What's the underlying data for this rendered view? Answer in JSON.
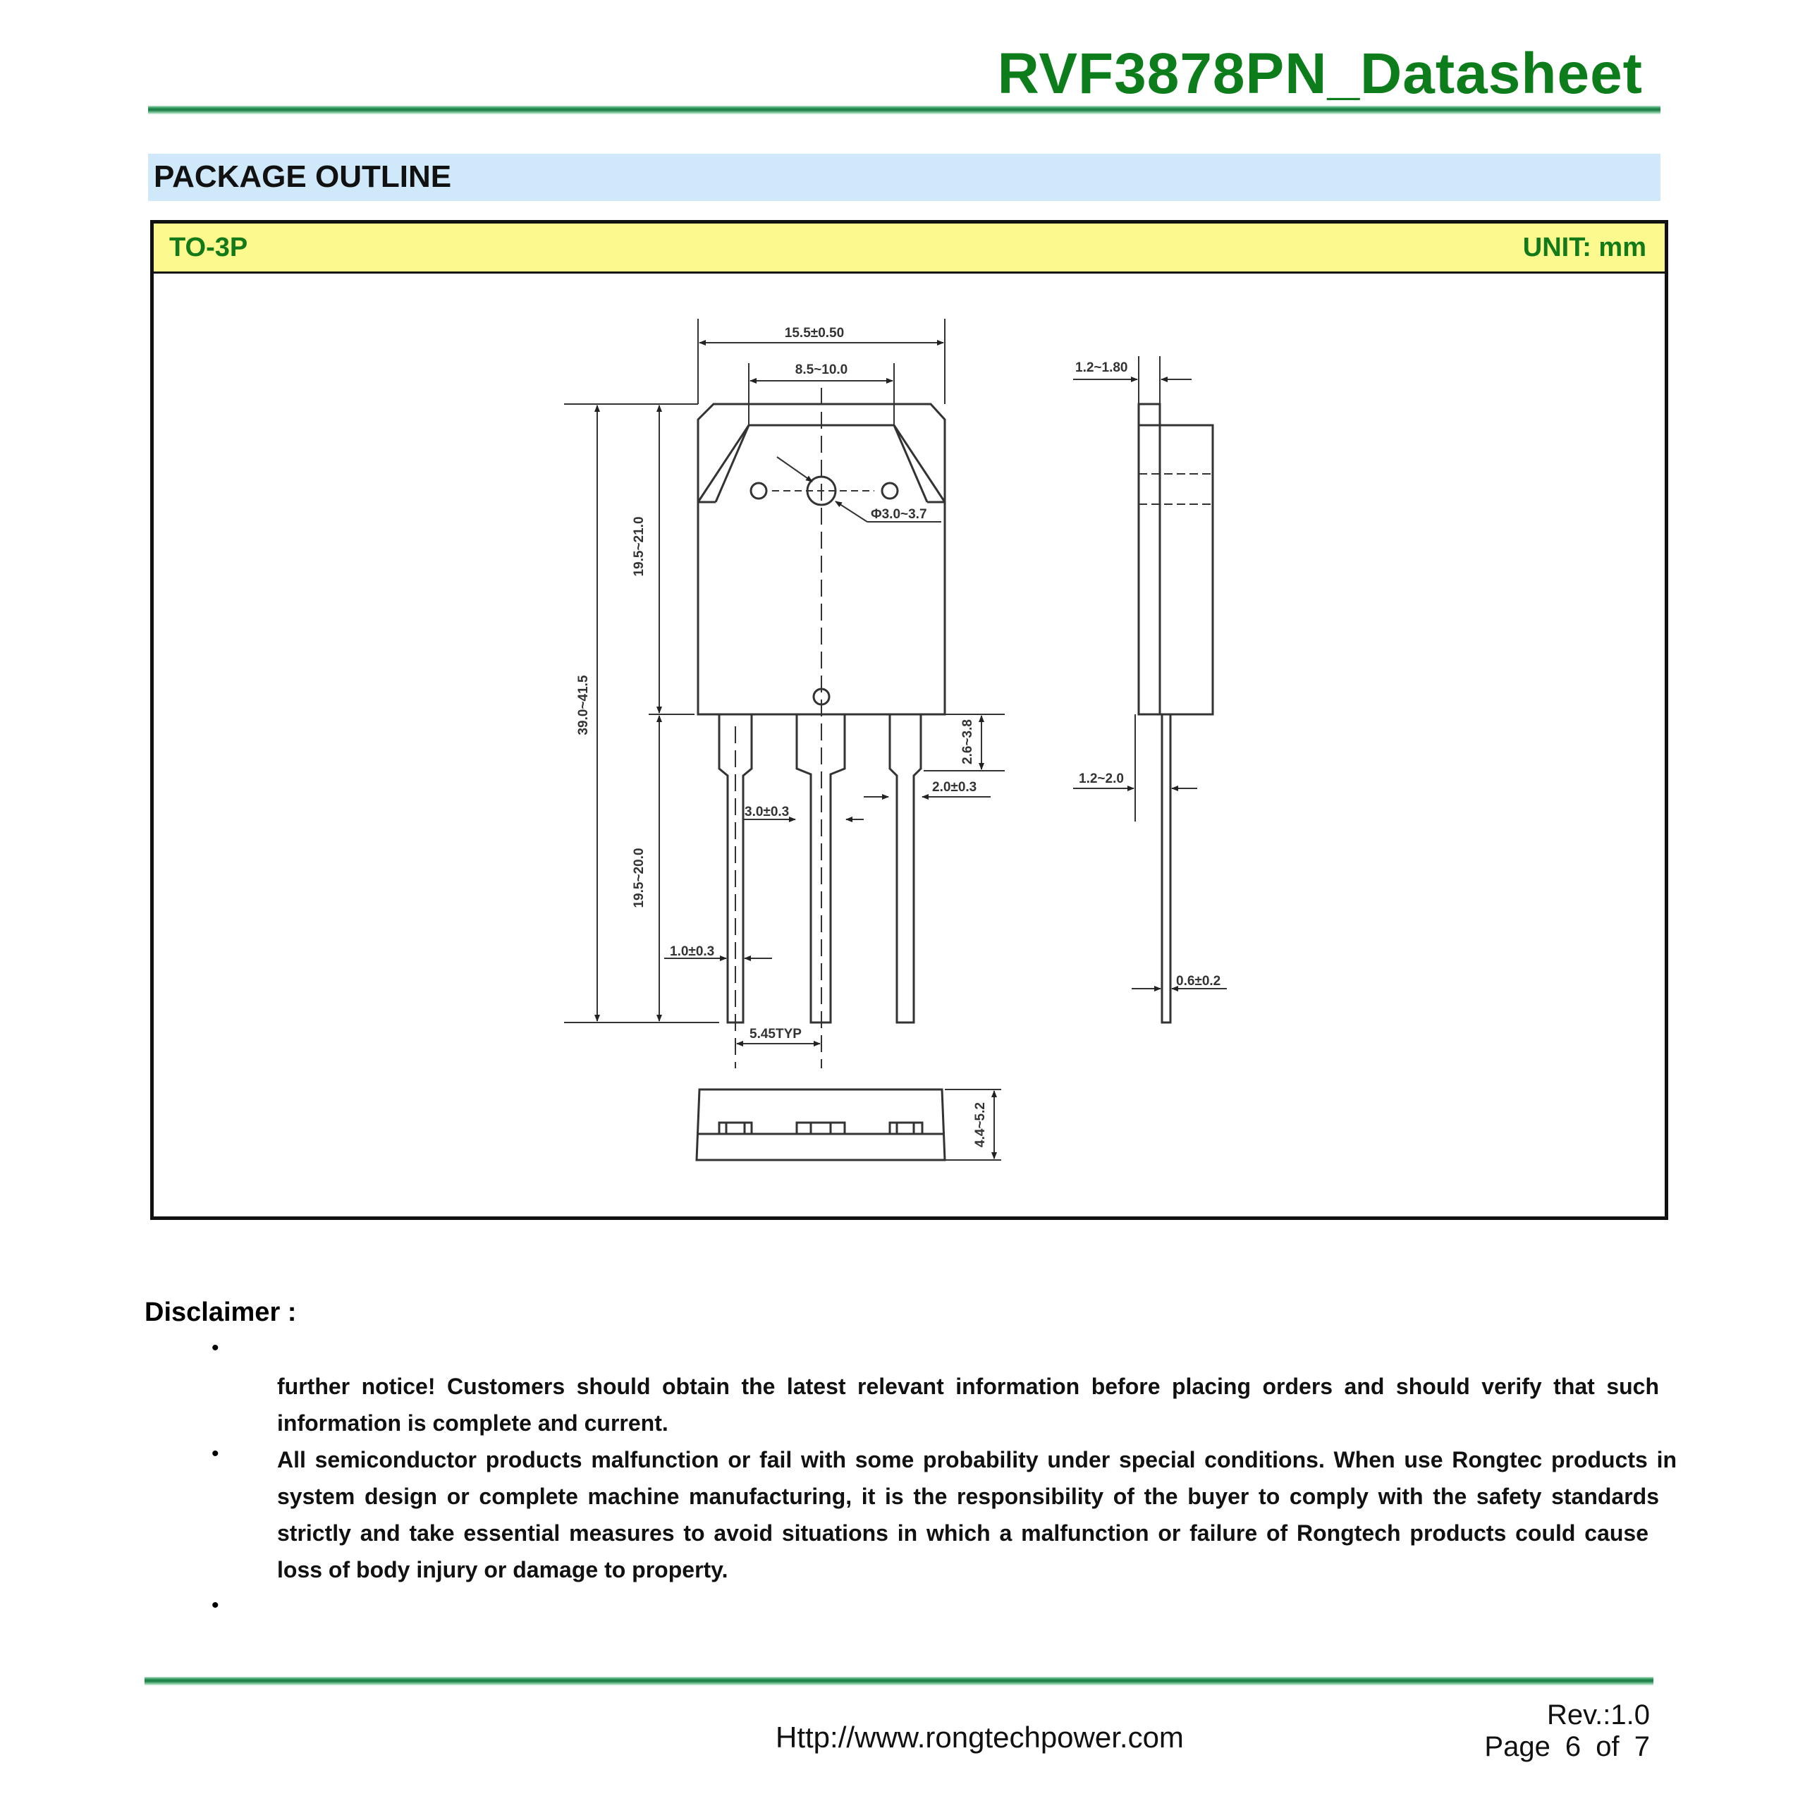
{
  "header": {
    "title": "RVF3878PN_Datasheet"
  },
  "section": {
    "title": "PACKAGE OUTLINE"
  },
  "package": {
    "name": "TO-3P",
    "unit": "UNIT: mm",
    "dimensions": {
      "overall_width": "15.5±0.50",
      "tab_width": "8.5~10.0",
      "hole_diameter": "Φ3.0~3.7",
      "total_height": "39.0~41.5",
      "body_height": "19.5~21.0",
      "lead_length": "19.5~20.0",
      "lead_shoulder": "2.6~3.8",
      "lead_wide_width": "3.0±0.3",
      "lead_mid_width": "2.0±0.3",
      "lead_width": "1.0±0.3",
      "pitch": "5.45TYP",
      "tab_thickness": "1.2~1.80",
      "body_thickness_step": "1.2~2.0",
      "lead_thickness": "0.6±0.2",
      "package_thickness": "4.4~5.2"
    }
  },
  "disclaimer": {
    "title": "Disclaimer :",
    "items": [
      {
        "bullet": "•",
        "lines": [
          "",
          "further notice! Customers should obtain the latest relevant information before placing orders and should verify that such",
          "information is complete and current."
        ]
      },
      {
        "bullet": "•",
        "lines": [
          "All semiconductor products malfunction or fail with some probability under special conditions. When use Rongtec products in",
          "system design or complete machine manufacturing, it is the responsibility of the buyer to comply with the safety standards",
          "strictly and take essential measures to avoid situations in which a malfunction or failure of Rongtech products could cause",
          "loss of body injury or damage to property."
        ]
      },
      {
        "bullet": "•",
        "lines": [
          ""
        ]
      }
    ]
  },
  "footer": {
    "url": "Http://www.rongtechpower.com",
    "revision": "Rev.:1.0",
    "page": "Page 6 of 7"
  },
  "colors": {
    "title_green": "#0d7d1c",
    "section_bg": "#cfe8fa",
    "header_yellow": "#fcf98e",
    "package_green": "#127a18"
  }
}
